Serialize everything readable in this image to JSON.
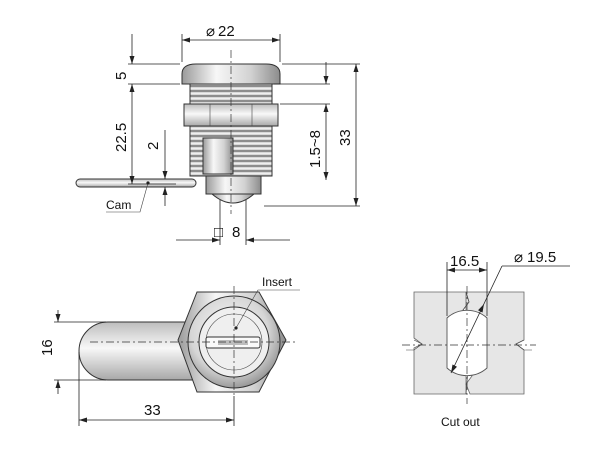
{
  "dimensions": {
    "top_diameter": "22",
    "head_height": "5",
    "body_length": "22.5",
    "cam_thickness": "2",
    "panel_range": "1.5~8",
    "overall_height": "33",
    "key_square": "8",
    "width_16": "16",
    "cam_length": "33",
    "cutout_width": "16.5",
    "cutout_diameter": "19.5"
  },
  "labels": {
    "cam": "Cam",
    "insert": "Insert",
    "cut_out": "Cut out"
  },
  "symbols": {
    "diameter": "⌀",
    "square": "□"
  },
  "colors": {
    "metal_light": "#f4f4f4",
    "metal_mid": "#cfcfcf",
    "metal_dark": "#8a8a8a",
    "panel": "#e6e6e6",
    "line": "#222222"
  }
}
